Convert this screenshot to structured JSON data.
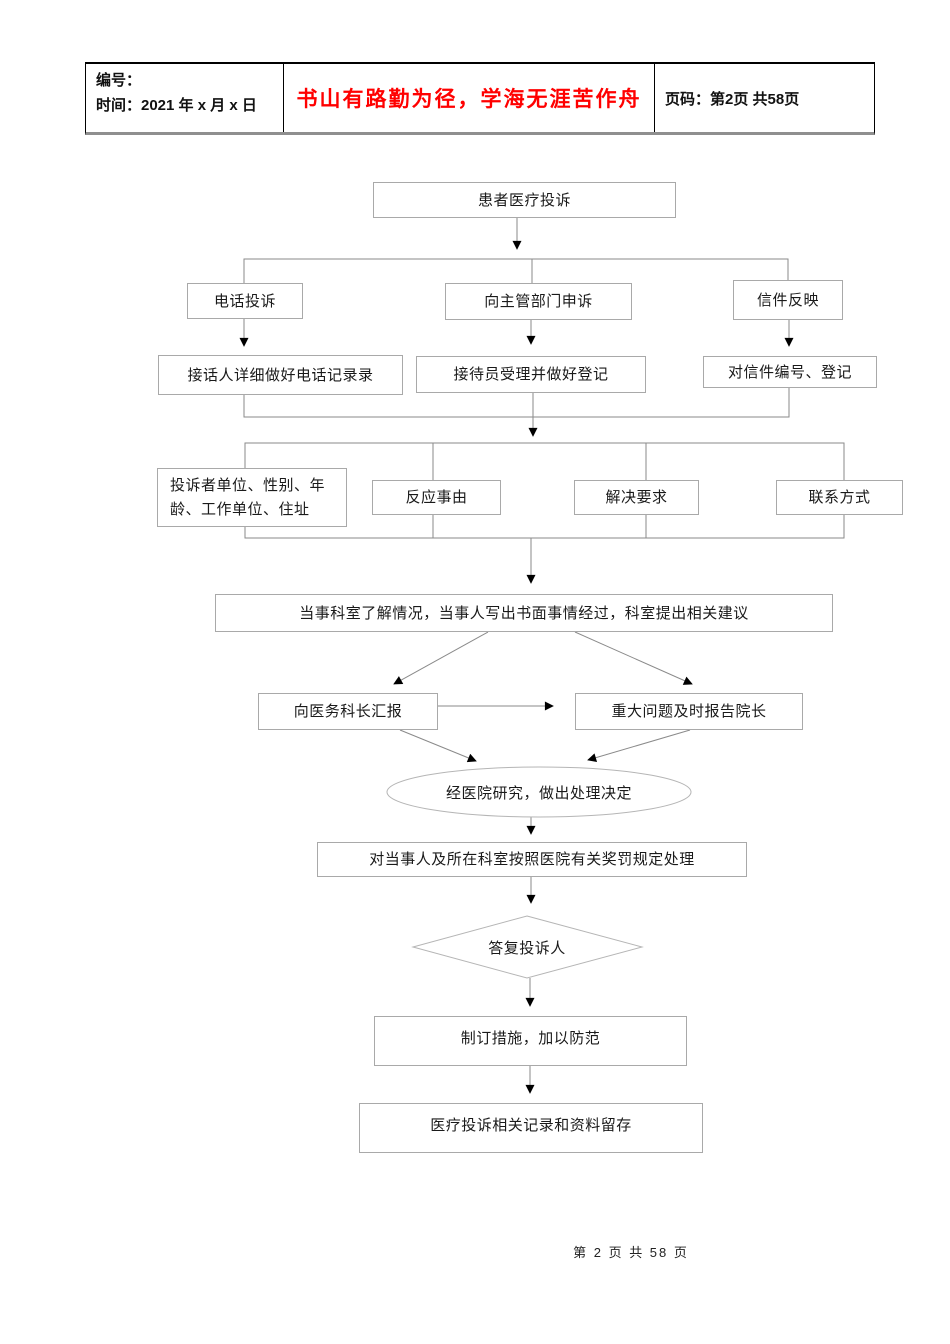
{
  "header": {
    "number_label": "编号：",
    "time_label": "时间：2021 年 x 月 x 日",
    "slogan": "书山有路勤为径，学海无涯苦作舟",
    "page_label": "页码：第2页 共58页",
    "colors": {
      "slogan": "#ff0000",
      "border": "#000000"
    }
  },
  "flowchart": {
    "nodes": {
      "start": "患者医疗投诉",
      "phone": "电话投诉",
      "appeal": "向主管部门申诉",
      "letter": "信件反映",
      "phone_record": "接话人详细做好电话记录录",
      "reception": "接待员受理并做好登记",
      "letter_register": "对信件编号、登记",
      "complainant_info": "投诉者单位、性别、年\n龄、工作单位、住址",
      "reason": "反应事由",
      "demand": "解决要求",
      "contact": "联系方式",
      "investigation": "当事科室了解情况，当事人写出书面事情经过，科室提出相关建议",
      "report_chief": "向医务科长汇报",
      "report_dean": "重大问题及时报告院长",
      "decision": "经医院研究，做出处理决定",
      "punishment": "对当事人及所在科室按照医院有关奖罚规定处理",
      "reply": "答复投诉人",
      "measures": "制订措施，加以防范",
      "archive": "医疗投诉相关记录和资料留存"
    },
    "colors": {
      "box_border": "#a9a9a9",
      "line": "#8a8a8a",
      "arrowhead": "#000000"
    }
  },
  "footer": {
    "page_text": "第 2 页 共 58 页"
  }
}
